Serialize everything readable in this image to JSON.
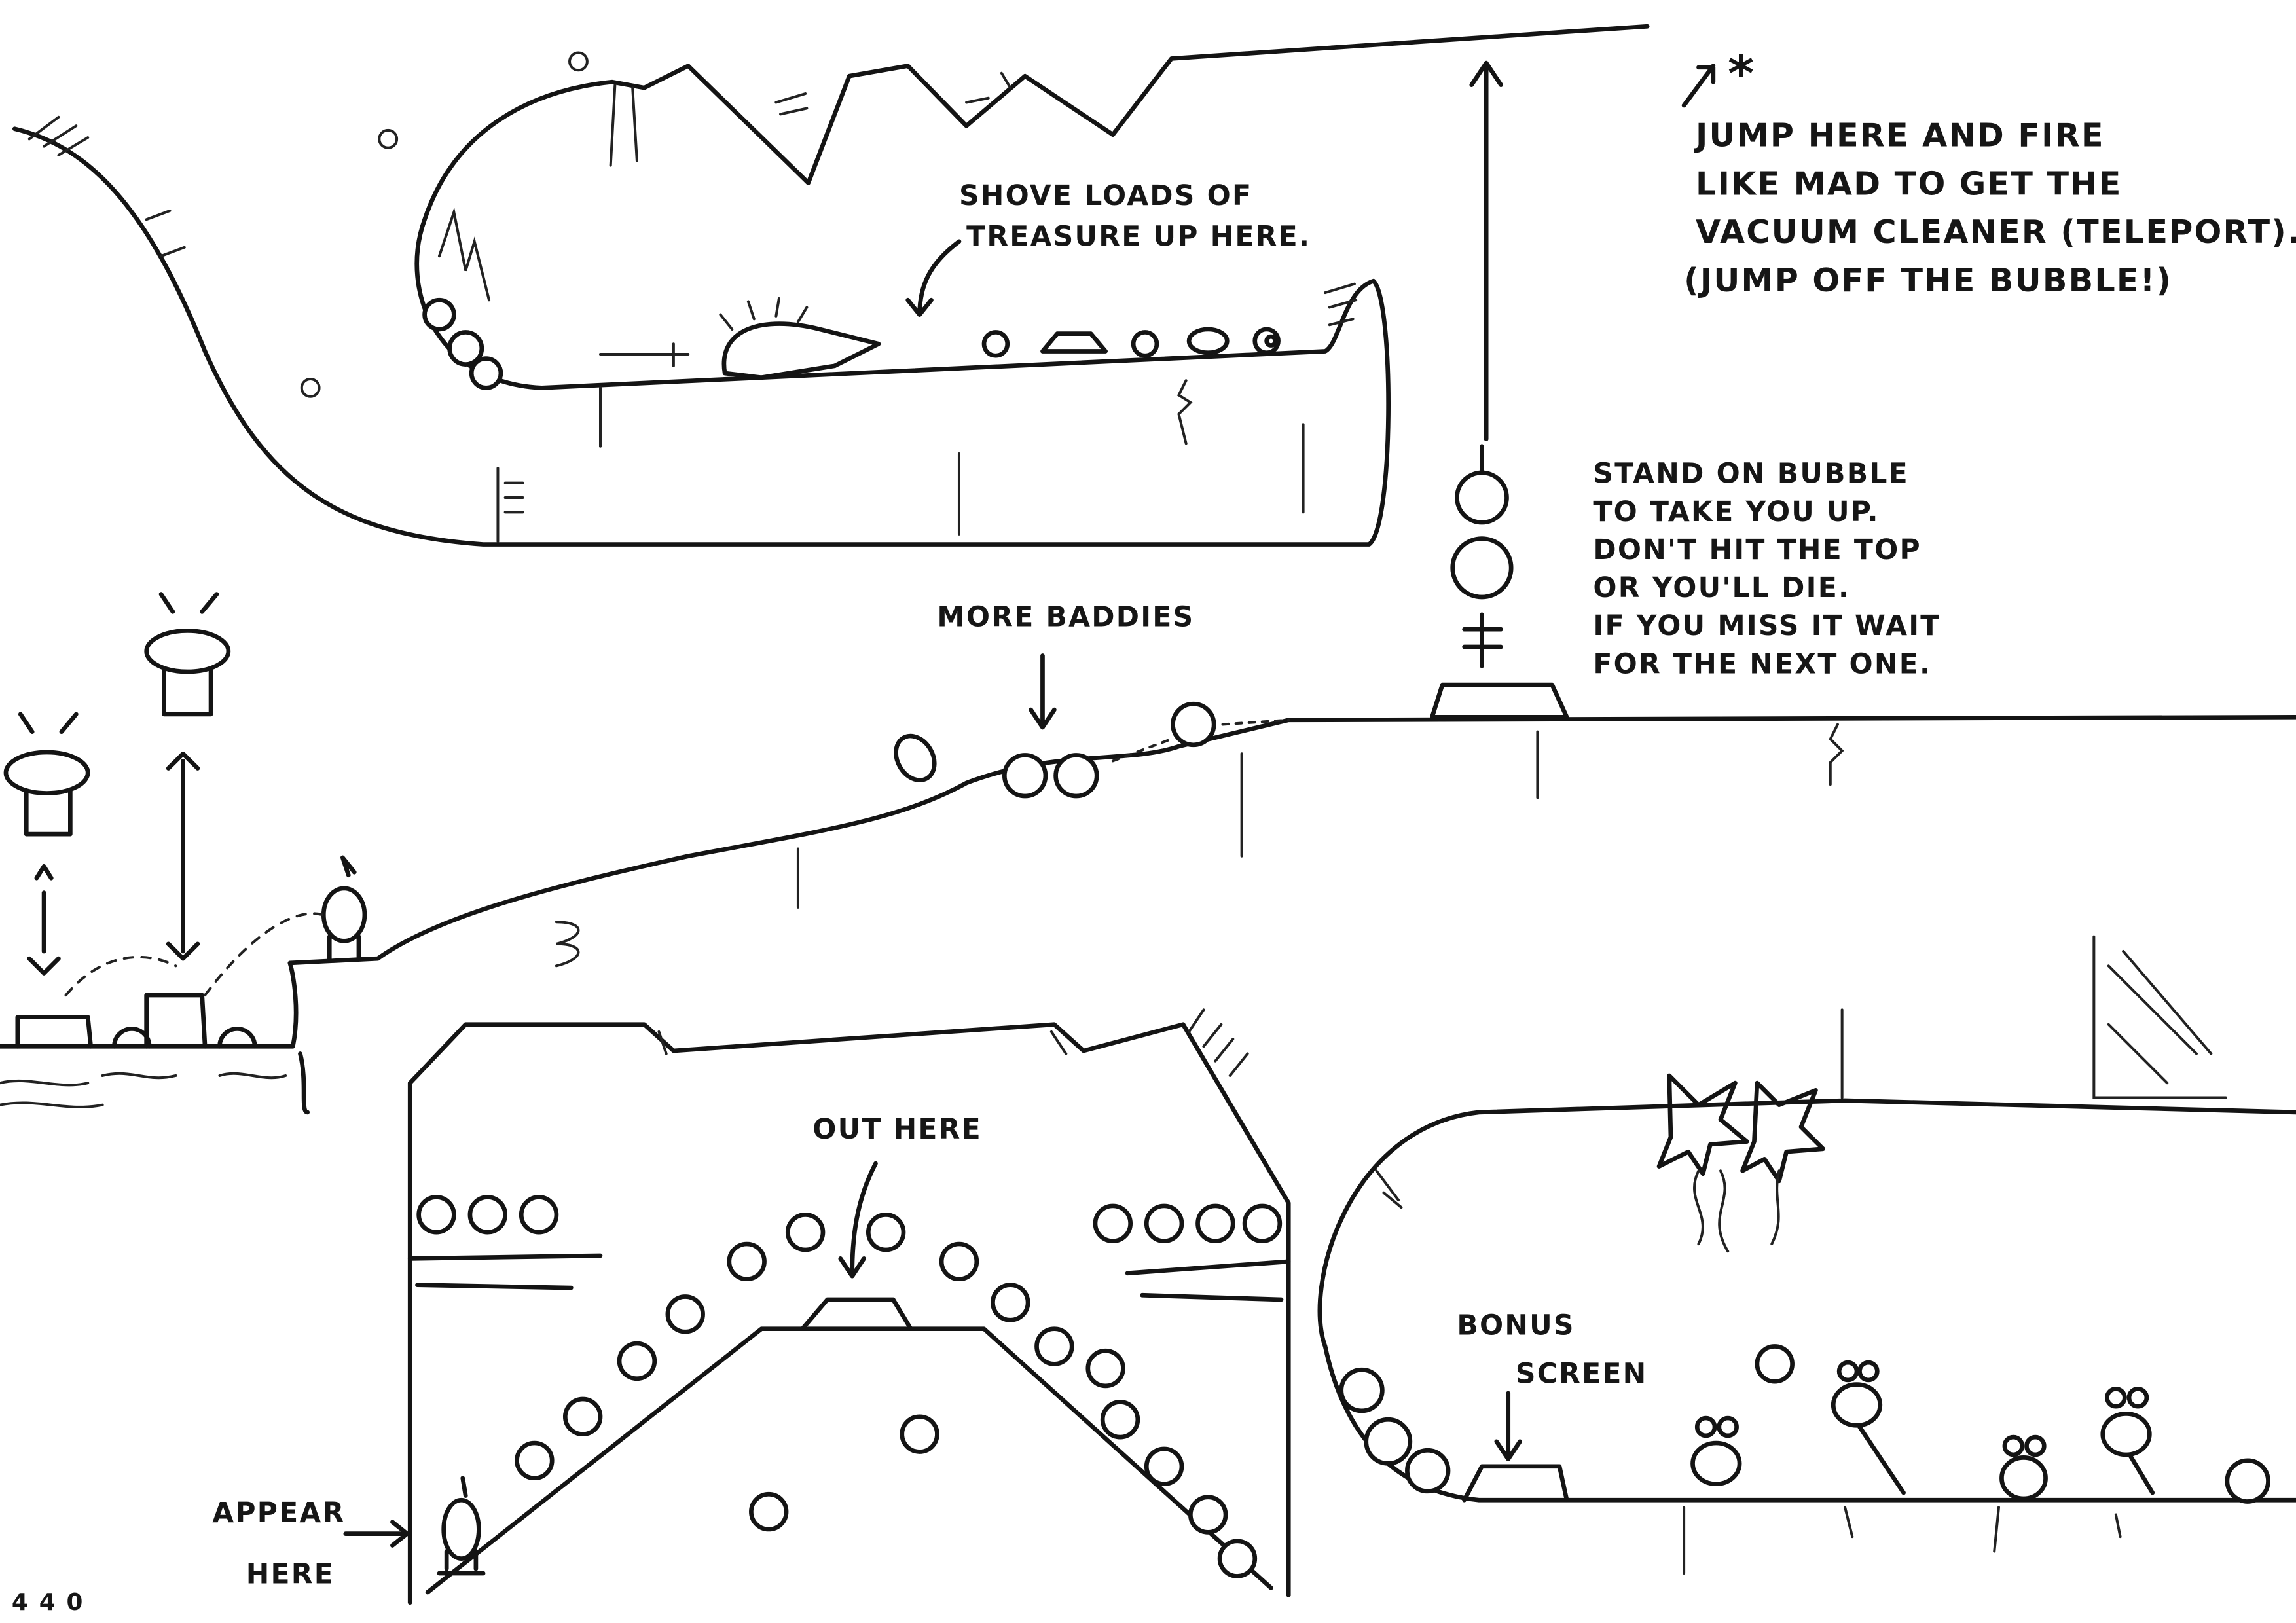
{
  "level_sketch": {
    "treasure_note": [
      "SHOVE LOADS OF",
      "TREASURE UP HERE."
    ],
    "teleport_note": [
      "JUMP HERE AND FIRE",
      "LIKE MAD TO GET THE",
      "VACUUM CLEANER (TELEPORT).",
      "(JUMP OFF THE BUBBLE!)"
    ],
    "teleport_marker": "*",
    "bubble_note": [
      "STAND ON BUBBLE",
      "TO TAKE YOU UP.",
      "DON'T HIT THE TOP",
      "OR YOU'LL DIE.",
      "IF YOU MISS IT WAIT",
      "FOR THE NEXT ONE."
    ],
    "baddies_note": "MORE BADDIES",
    "exit_note": "OUT HERE",
    "bonus_note": [
      "BONUS",
      "SCREEN"
    ],
    "spawn_note": [
      "APPEAR",
      "HERE"
    ],
    "signature": "4 4 0"
  },
  "colors": {
    "ink": "#141414",
    "paper": "#ffffff",
    "pencil": "#9a9a9a"
  }
}
